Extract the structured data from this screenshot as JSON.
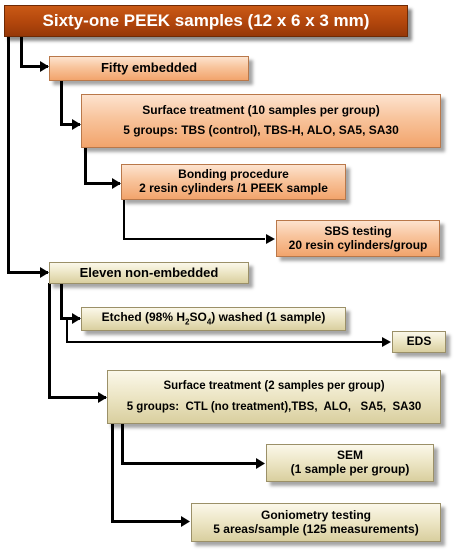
{
  "flowchart": {
    "root": "Sixty-one PEEK samples (12 x 6 x 3 mm)",
    "embedded": "Fifty embedded",
    "surface1_line1": "Surface treatment (10 samples per group)",
    "surface1_line2": "5 groups: TBS (control), TBS-H, ALO, SA5, SA30",
    "bonding_line1": "Bonding  procedure",
    "bonding_line2": "2 resin cylinders /1 PEEK  sample",
    "sbs_line1": "SBS testing",
    "sbs_line2": "20 resin cylinders/group",
    "nonembedded": "Eleven non-embedded",
    "etched_pre": "Etched  (98% H",
    "etched_sub1": "2",
    "etched_mid": "SO",
    "etched_sub2": "4",
    "etched_post": ") washed (1 sample)",
    "eds": "EDS",
    "surface2_line1": "Surface treatment (2 samples per group)",
    "surface2_line2": "5 groups:  CTL (no treatment),TBS,  ALO,   SA5,  SA30",
    "sem_line1": "SEM",
    "sem_line2": "(1 sample per group)",
    "gonio_line1": "Goniometry testing",
    "gonio_line2": "5 areas/sample (125 measurements)"
  }
}
